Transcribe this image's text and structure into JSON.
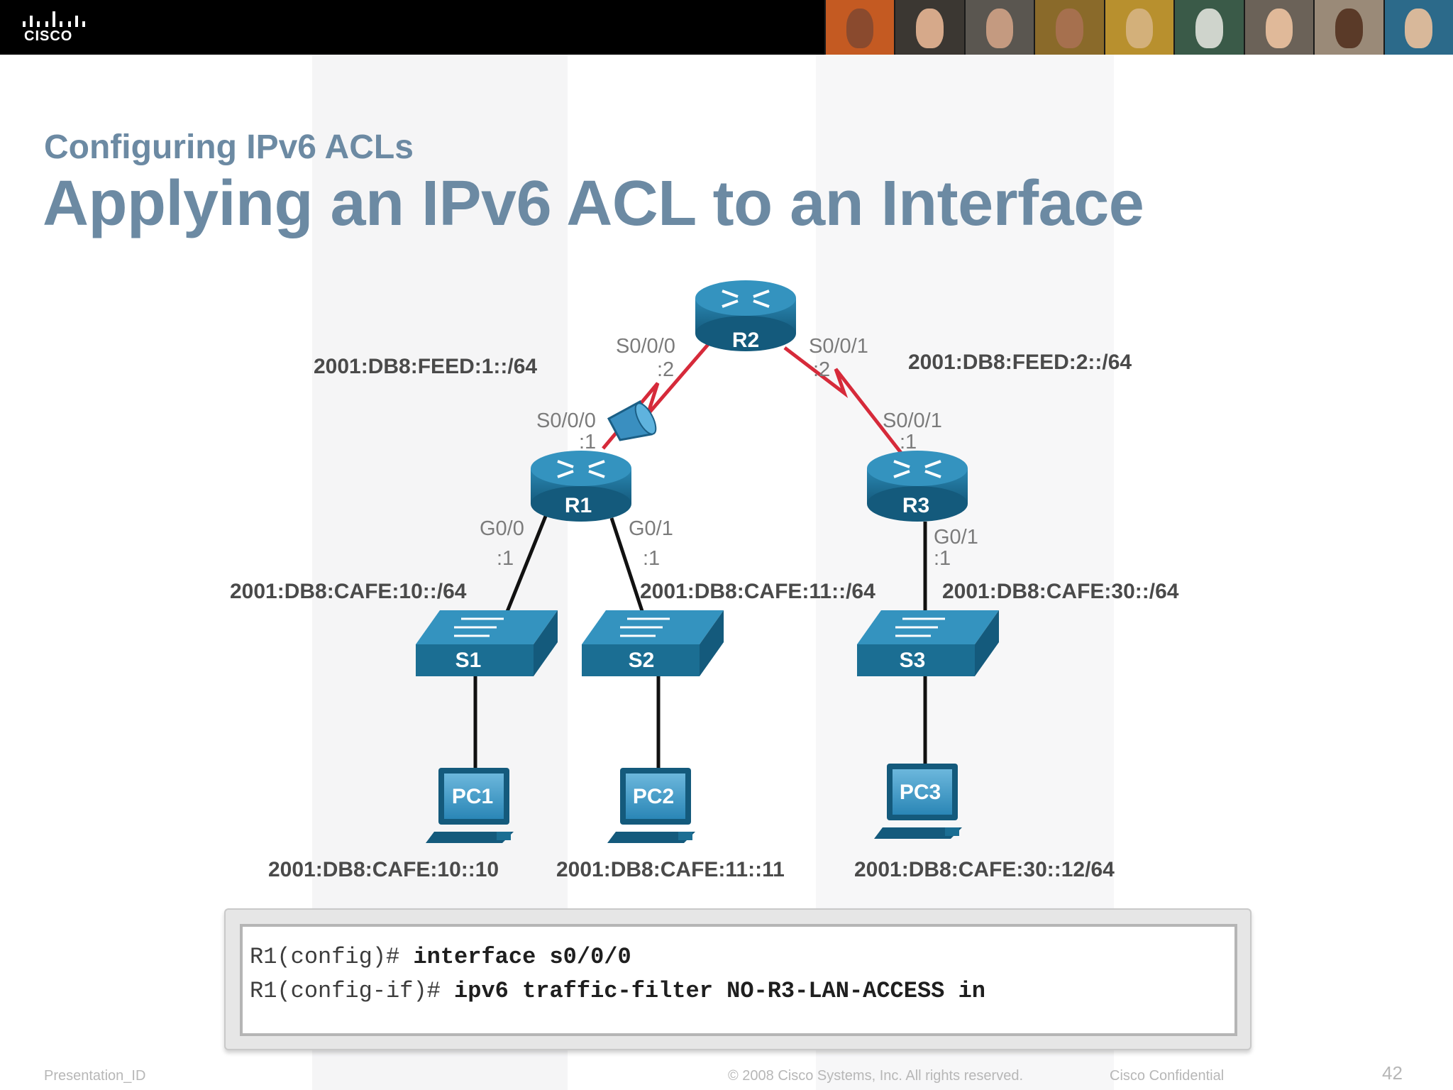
{
  "header": {
    "logo_text": "CISCO",
    "subtitle": "Configuring IPv6 ACLs",
    "title": "Applying an IPv6 ACL to an Interface"
  },
  "topology": {
    "routers": {
      "r1": "R1",
      "r2": "R2",
      "r3": "R3"
    },
    "switches": {
      "s1": "S1",
      "s2": "S2",
      "s3": "S3"
    },
    "pcs": {
      "pc1": "PC1",
      "pc2": "PC2",
      "pc3": "PC3"
    },
    "interfaces": {
      "r2_s000": "S0/0/0",
      "r2_s000_host": ":2",
      "r2_s001": "S0/0/1",
      "r2_s001_host": ":2",
      "r1_s000": "S0/0/0",
      "r1_s000_host": ":1",
      "r3_s001": "S0/0/1",
      "r3_s001_host": ":1",
      "r1_g00": "G0/0",
      "r1_g00_host": ":1",
      "r1_g01": "G0/1",
      "r1_g01_host": ":1",
      "r3_g01": "G0/1",
      "r3_g01_host": ":1"
    },
    "networks": {
      "feed1": "2001:DB8:FEED:1::/64",
      "feed2": "2001:DB8:FEED:2::/64",
      "cafe10": "2001:DB8:CAFE:10::/64",
      "cafe11": "2001:DB8:CAFE:11::/64",
      "cafe30": "2001:DB8:CAFE:30::/64"
    },
    "hosts": {
      "pc1": "2001:DB8:CAFE:10::10",
      "pc2": "2001:DB8:CAFE:11::11",
      "pc3": "2001:DB8:CAFE:30::12/64"
    },
    "colors": {
      "device": "#1b6e93",
      "serial_link": "#d62a3a",
      "filter": "#3a8fc0"
    }
  },
  "cli": {
    "line1_prompt": "R1(config)# ",
    "line1_cmd": "interface s0/0/0",
    "line2_prompt": "R1(config-if)# ",
    "line2_cmd": "ipv6 traffic-filter NO-R3-LAN-ACCESS in"
  },
  "footer": {
    "presentation_id": "Presentation_ID",
    "copyright": "© 2008 Cisco Systems, Inc. All rights reserved.",
    "confidential": "Cisco Confidential",
    "page_number": "42"
  }
}
